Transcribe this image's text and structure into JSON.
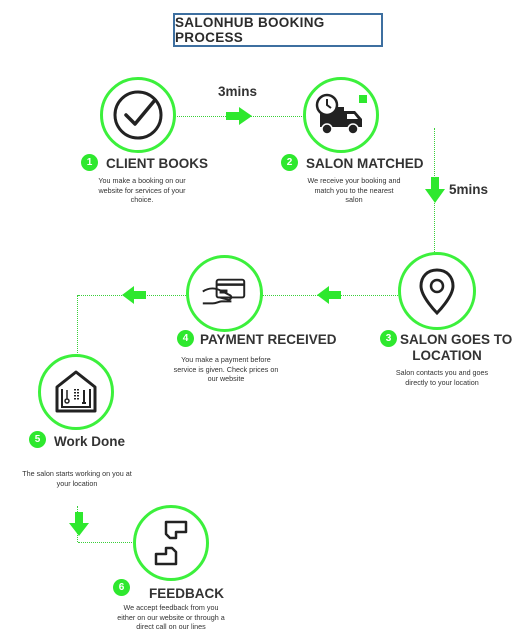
{
  "title": "SALONHUB BOOKING PROCESS",
  "times": {
    "t1": "3mins",
    "t2": "5mins"
  },
  "steps": [
    {
      "num": "1",
      "title": "CLIENT BOOKS",
      "desc": [
        "You make a booking on our",
        "website for services of your",
        "choice."
      ],
      "icon": "checkmark-icon"
    },
    {
      "num": "2",
      "title": "SALON MATCHED",
      "desc": [
        "We receive your booking and",
        "match you to the nearest",
        "salon"
      ],
      "icon": "delivery-truck-icon"
    },
    {
      "num": "3",
      "title_lines": [
        "SALON GOES TO",
        "LOCATION"
      ],
      "desc": [
        "Salon contacts you and goes",
        "directly to your location"
      ],
      "icon": "location-pin-icon"
    },
    {
      "num": "4",
      "title": "PAYMENT RECEIVED",
      "desc": [
        "You make a payment before",
        "service is given. Check prices on",
        "our website"
      ],
      "icon": "card-payment-icon"
    },
    {
      "num": "5",
      "title": "Work Done",
      "desc": [
        "The salon starts working on you at",
        "your location"
      ],
      "icon": "salon-tools-icon"
    },
    {
      "num": "6",
      "title": "FEEDBACK",
      "desc": [
        "We accept feedback from you",
        "either on our website or through a",
        "direct call on our lines"
      ],
      "icon": "pointing-hands-icon"
    }
  ],
  "colors": {
    "accent": "#2ee82e",
    "title_border": "#3d6fa0"
  }
}
